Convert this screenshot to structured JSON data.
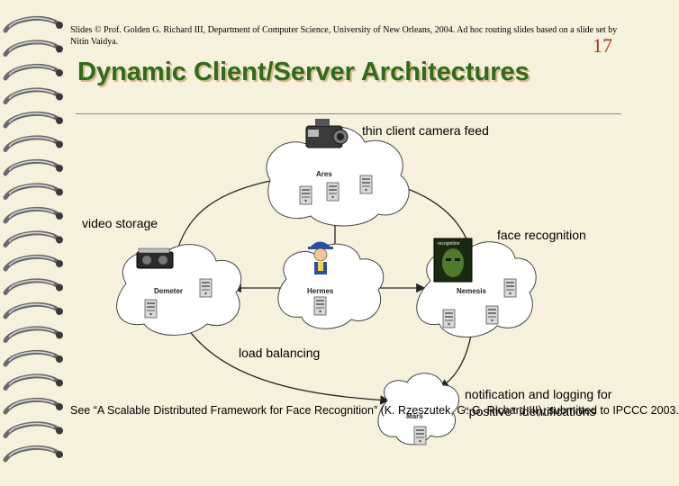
{
  "slide": {
    "header": "Slides © Prof. Golden G. Richard III, Department of Computer Science, University of New Orleans, 2004. Ad hoc routing slides based on a slide set by Nitin Vaidya.",
    "number": "17",
    "title": "Dynamic Client/Server Architectures"
  },
  "diagram": {
    "labels": {
      "thin_client": "thin client camera feed",
      "video_storage": "video storage",
      "face_recognition": "face recognition",
      "load_balancing": "load balancing",
      "notification": "notification and logging for “positive” identifications"
    },
    "nodes": {
      "ares": "Ares",
      "demeter": "Demeter",
      "hermes": "Hermes",
      "nemesis": "Nemesis",
      "mars": "Mars"
    },
    "face_caption": "recognition"
  },
  "citation": "See “A Scalable Distributed Framework for Face Recognition” (K. Rzeszutek, G. G. Richard III), submitted to IPCCC 2003.",
  "colors": {
    "background": "#f6f1dc",
    "title": "#2e6b1c",
    "title_shadow": "#d9b98a",
    "slide_number": "#a33a1a"
  }
}
